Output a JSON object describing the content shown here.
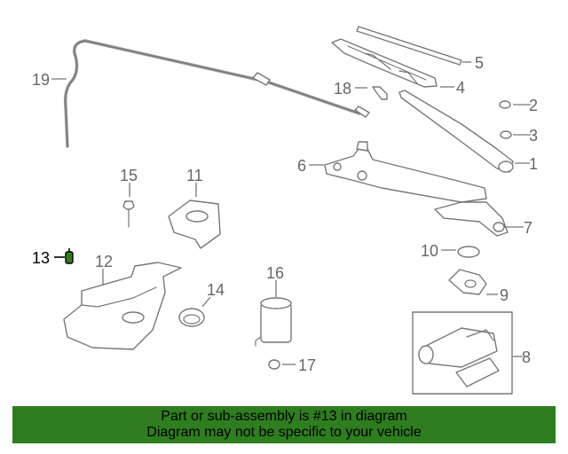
{
  "callouts": [
    {
      "id": "1",
      "label": "1"
    },
    {
      "id": "2",
      "label": "2"
    },
    {
      "id": "3",
      "label": "3"
    },
    {
      "id": "4",
      "label": "4"
    },
    {
      "id": "5",
      "label": "5"
    },
    {
      "id": "6",
      "label": "6"
    },
    {
      "id": "7",
      "label": "7"
    },
    {
      "id": "8",
      "label": "8"
    },
    {
      "id": "9",
      "label": "9"
    },
    {
      "id": "10",
      "label": "10"
    },
    {
      "id": "11",
      "label": "11"
    },
    {
      "id": "12",
      "label": "12"
    },
    {
      "id": "13",
      "label": "13"
    },
    {
      "id": "14",
      "label": "14"
    },
    {
      "id": "15",
      "label": "15"
    },
    {
      "id": "16",
      "label": "16"
    },
    {
      "id": "17",
      "label": "17"
    },
    {
      "id": "18",
      "label": "18"
    },
    {
      "id": "19",
      "label": "19"
    }
  ],
  "highlighted_part": "13",
  "colors": {
    "banner_bg": "#2e7d1e",
    "line": "#777777",
    "highlight": "#000000",
    "highlight_part": "#2e7d1e"
  },
  "banner": {
    "line1": "Part or sub-assembly is #13 in diagram",
    "line2": "Diagram may not be specific to your vehicle"
  }
}
